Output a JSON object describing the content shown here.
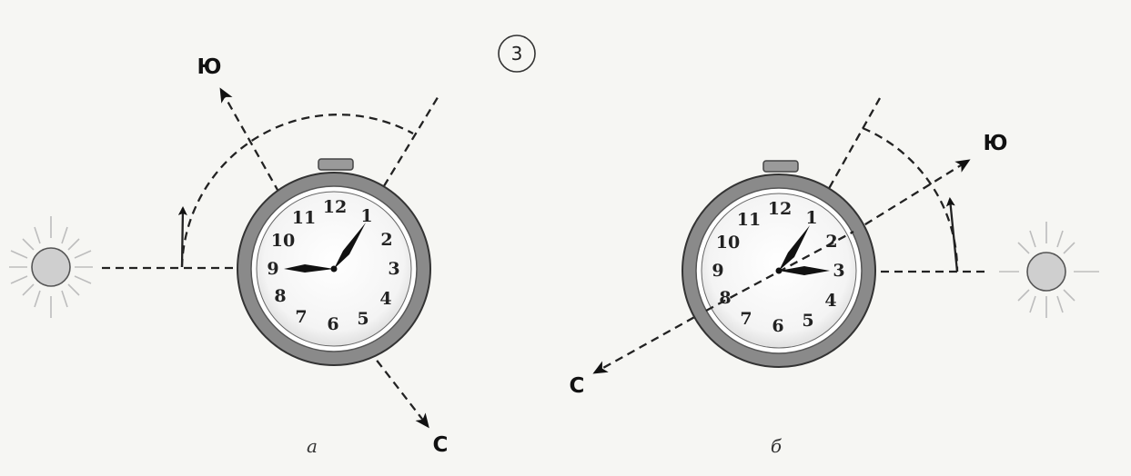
{
  "figure_number": "3",
  "panels": [
    {
      "caption": "а",
      "north_label": "С",
      "south_label": "Ю",
      "clock_numbers": [
        "12",
        "1",
        "2",
        "3",
        "4",
        "5",
        "6",
        "7",
        "8",
        "9",
        "10",
        "11"
      ]
    },
    {
      "caption": "б",
      "north_label": "С",
      "south_label": "Ю",
      "clock_numbers": [
        "12",
        "1",
        "2",
        "3",
        "4",
        "5",
        "6",
        "7",
        "8",
        "9",
        "10",
        "11"
      ]
    }
  ],
  "colors": {
    "background": "#f6f6f3",
    "ink": "#222222",
    "sun_fill": "#cfcfcf",
    "case": "#8a8a8a",
    "dial": "#ffffff"
  }
}
